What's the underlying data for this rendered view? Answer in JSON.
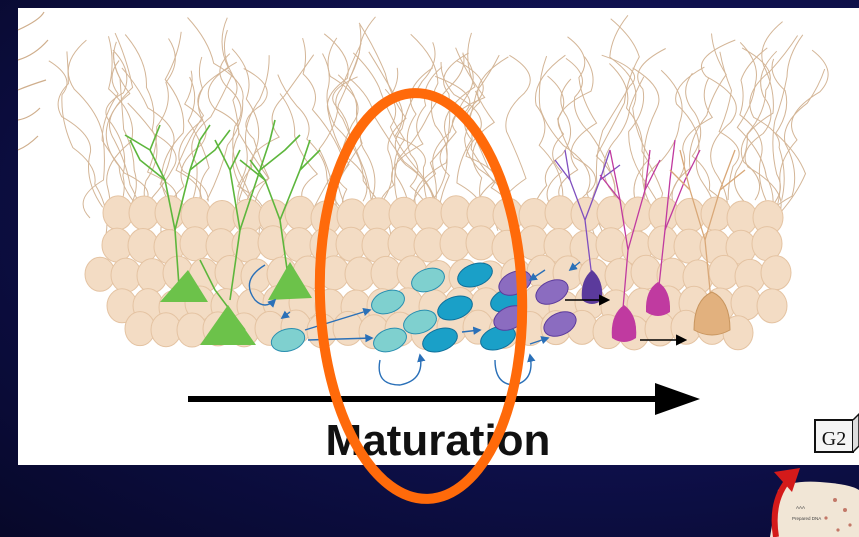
{
  "figure": {
    "axis_label": "Maturation",
    "cell_cycle_phase": "G2",
    "inset_tiny_text_1": "AAA",
    "inset_tiny_text_2": "Prepared DNA"
  },
  "colors": {
    "background": "#0b0d4a",
    "panel": "#ffffff",
    "dendrite_tan": "#cfae8c",
    "cell_body_tan": "#f3dcc4",
    "neuron_green": "#6cc24a",
    "progenitor_light": "#7fd0cf",
    "progenitor_mid": "#1aa0c8",
    "progenitor_purple": "#8b6cc0",
    "neuron_dark_purple": "#5b3a9c",
    "neuron_magenta": "#c03aa0",
    "neuron_tan": "#e2b17e",
    "arrow_blue": "#2a70b8",
    "highlight_orange": "#ff6a0a",
    "cycle_arrow_red": "#d41a1a"
  },
  "icons": [
    "circular-arrow-icon",
    "right-arrow-icon"
  ]
}
